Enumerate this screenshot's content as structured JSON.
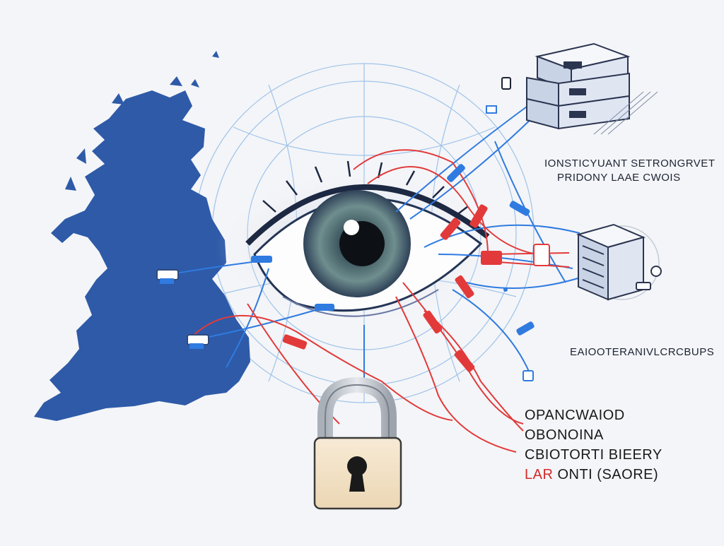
{
  "colors": {
    "background": "#f4f5f8",
    "map_blue": "#2e5aa8",
    "line_blue": "#2f7be0",
    "line_red": "#e23a3a",
    "padlock_body": "#f3e2c6",
    "padlock_shackle": "#c9cdd3",
    "server": "#dfe6f2",
    "text_dark": "#1c2333",
    "text_red": "#d42a2a"
  },
  "icons": {
    "map": "uk-map-icon",
    "eye": "eye-icon",
    "padlock": "padlock-icon",
    "server_top": "server-stack-icon",
    "server_right": "server-tower-icon",
    "connectors": "cable-connector-icon"
  },
  "labels": {
    "top_line1": "IONSTICYUANT SETRONGRVET",
    "top_line2": "PRIDONY LAAE CWOIS",
    "middle": "EAIOOTERANIVLCRCBUPS",
    "bottom_line1": "OPANCWAIOD",
    "bottom_line2": "OBONOINA",
    "bottom_line3": "CBIOTORTI BIEERY",
    "bottom_line4_red": "LAR",
    "bottom_line4_dark": "ONTI (SAORE)"
  }
}
